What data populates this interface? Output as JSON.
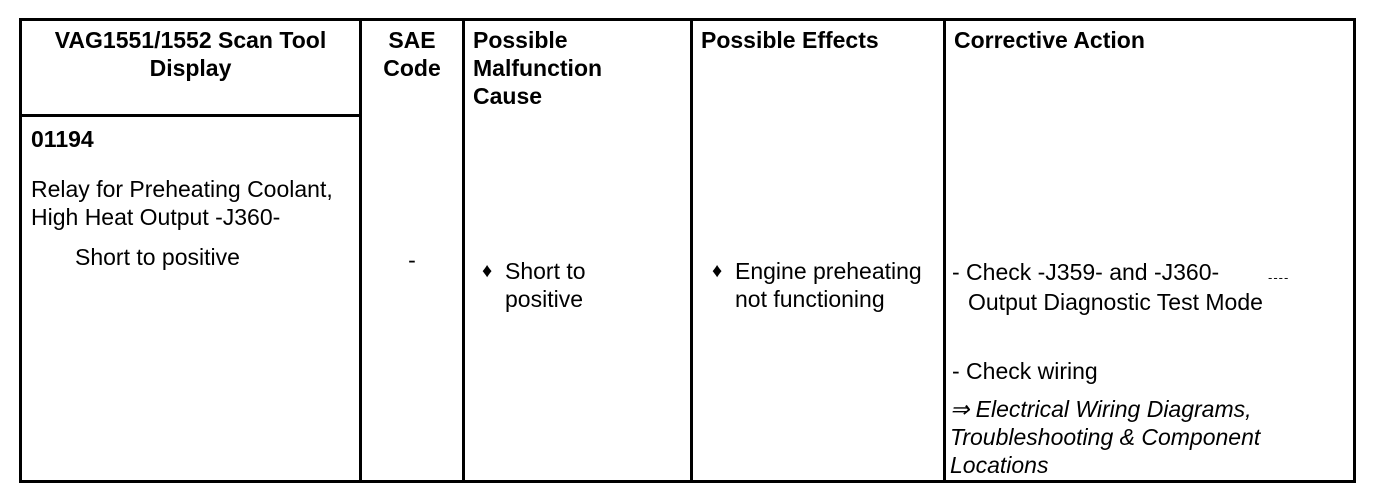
{
  "table": {
    "headers": {
      "scan_tool_display_lines": [
        "VAG1551/1552 Scan Tool",
        "Display"
      ],
      "sae_code_lines": [
        "SAE",
        "Code"
      ],
      "possible_malfunction_cause_lines": [
        "Possible",
        "Malfunction",
        "Cause"
      ],
      "possible_effects": "Possible Effects",
      "corrective_action": "Corrective Action"
    },
    "row": {
      "scan_tool_display": {
        "code": "01194",
        "description_lines": [
          "Relay for Preheating Coolant,",
          "High Heat Output -J360-"
        ],
        "fault_type": "Short to positive"
      },
      "sae_code": "-",
      "possible_malfunction_cause": {
        "bullet": "♦",
        "lines": [
          "Short to",
          "positive"
        ]
      },
      "possible_effects": {
        "bullet": "♦",
        "lines": [
          "Engine preheating",
          "not functioning"
        ]
      },
      "corrective_action": {
        "step1_lines": [
          "- Check -J359- and -J360-",
          "Output Diagnostic Test Mode"
        ],
        "scan_artifact": "----",
        "step2": "- Check wiring",
        "reference_lines": [
          "⇒ Electrical Wiring Diagrams,",
          "Troubleshooting & Component",
          "Locations"
        ]
      }
    }
  }
}
